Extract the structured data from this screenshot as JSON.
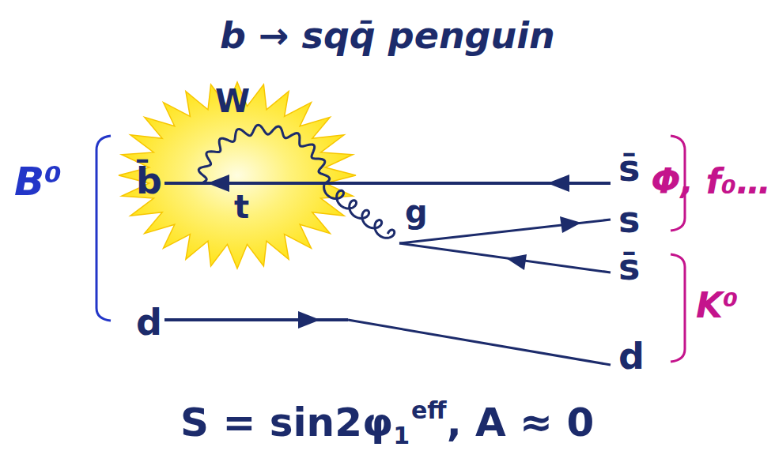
{
  "diagram": {
    "title": "b → sqq̄ penguin",
    "labels": [
      "B⁰",
      "b̄",
      "d",
      "W",
      "t",
      "g",
      "s̄",
      "s",
      "s̄",
      "d",
      "Φ, f₀…",
      "K⁰",
      "S = sin2φ",
      "1",
      "eff",
      ", A ≈ 0"
    ]
  }
}
